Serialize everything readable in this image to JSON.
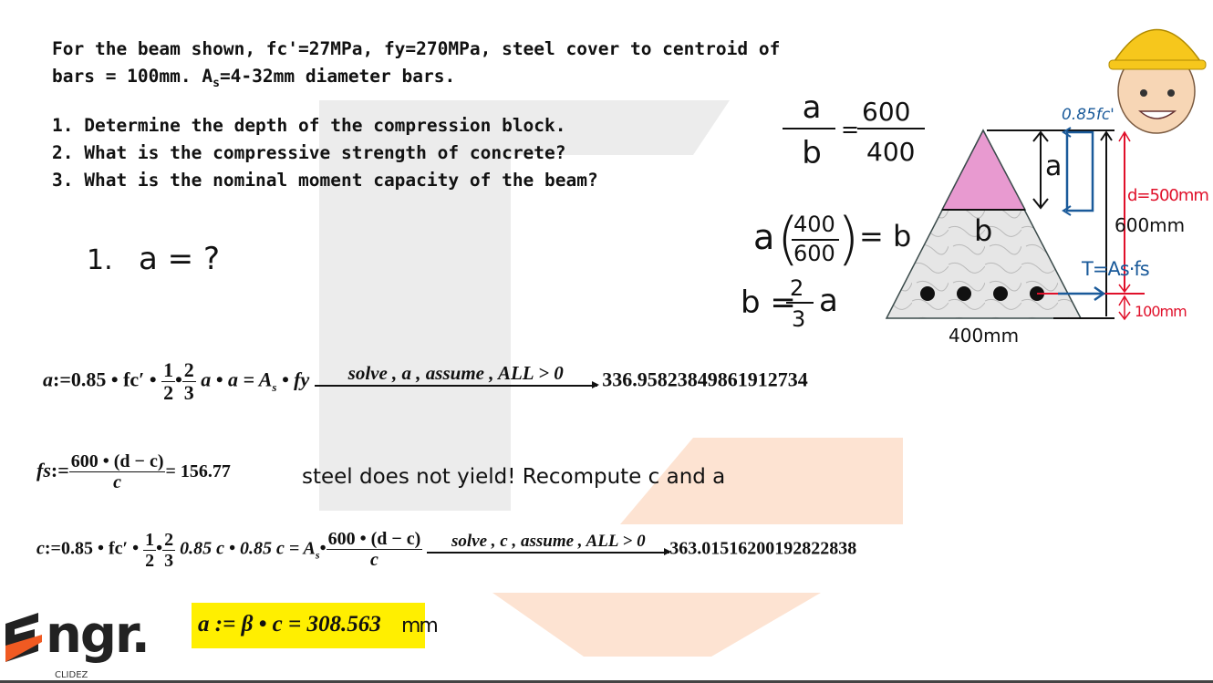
{
  "problem": {
    "line1": "For the beam shown, fc'=27MPa, fy=270MPa, steel cover to centroid of",
    "line2_pre": "bars = 100mm. A",
    "line2_sub": "s",
    "line2_post": "=4-32mm diameter bars.",
    "questions": [
      "1. Determine the depth of the compression block.",
      "2. What is the compressive strength of concrete?",
      "3. What is the nominal moment capacity of the beam?"
    ]
  },
  "handwritten": {
    "step": "1.",
    "a_unknown": "a = ?",
    "ratio_a": "a",
    "ratio_b": "b",
    "ratio_600": "600",
    "ratio_400": "400",
    "eq2_a": "a",
    "eq2_num": "400",
    "eq2_den": "600",
    "eq2_rhs": "= b",
    "eq3_lhs": "b =",
    "eq3_num": "2",
    "eq3_den": "3",
    "eq3_a": "a"
  },
  "diagram": {
    "label_a": "a",
    "label_b": "b",
    "stress": "0.85fc'",
    "d": "d=500mm",
    "height": "600mm",
    "tension": "T=As·fs",
    "cover": "100mm",
    "width": "400mm",
    "colors": {
      "compression": "#e89ad0",
      "blue": "#1a5a9a",
      "red": "#e0102a"
    }
  },
  "equations": {
    "eq1": {
      "lhs": "a",
      "assign": ":=",
      "body1": "0.85 • fc′ •",
      "f1n": "1",
      "f1d": "2",
      "f2n": "2",
      "f2d": "3",
      "body2": "a • a = A",
      "sub": "s",
      "body3": "• fy",
      "solve": "solve , a , assume , ALL > 0",
      "result": "336.95823849861912734"
    },
    "eq2": {
      "lhs": "fs",
      "assign": ":=",
      "num": "600 • (d − c)",
      "den": "c",
      "result": "= 156.77",
      "note": "steel does not yield! Recompute c and a"
    },
    "eq3": {
      "lhs": "c",
      "assign": ":=",
      "body1": "0.85 • fc′ •",
      "f1n": "1",
      "f1d": "2",
      "f2n": "2",
      "f2d": "3",
      "body2": "0.85 c • 0.85 c = A",
      "sub": "s",
      "body3": "•",
      "num": "600 • (d − c)",
      "den": "c",
      "solve": "solve , c , assume , ALL > 0",
      "result": "363.01516200192822838"
    },
    "eq4": {
      "text": "a := β • c = 308.563",
      "unit": "mm",
      "highlight": "#ffef00"
    }
  },
  "logo": {
    "text": "ngr.",
    "sub": "CLIDEZ",
    "accent": "#f05a22"
  }
}
